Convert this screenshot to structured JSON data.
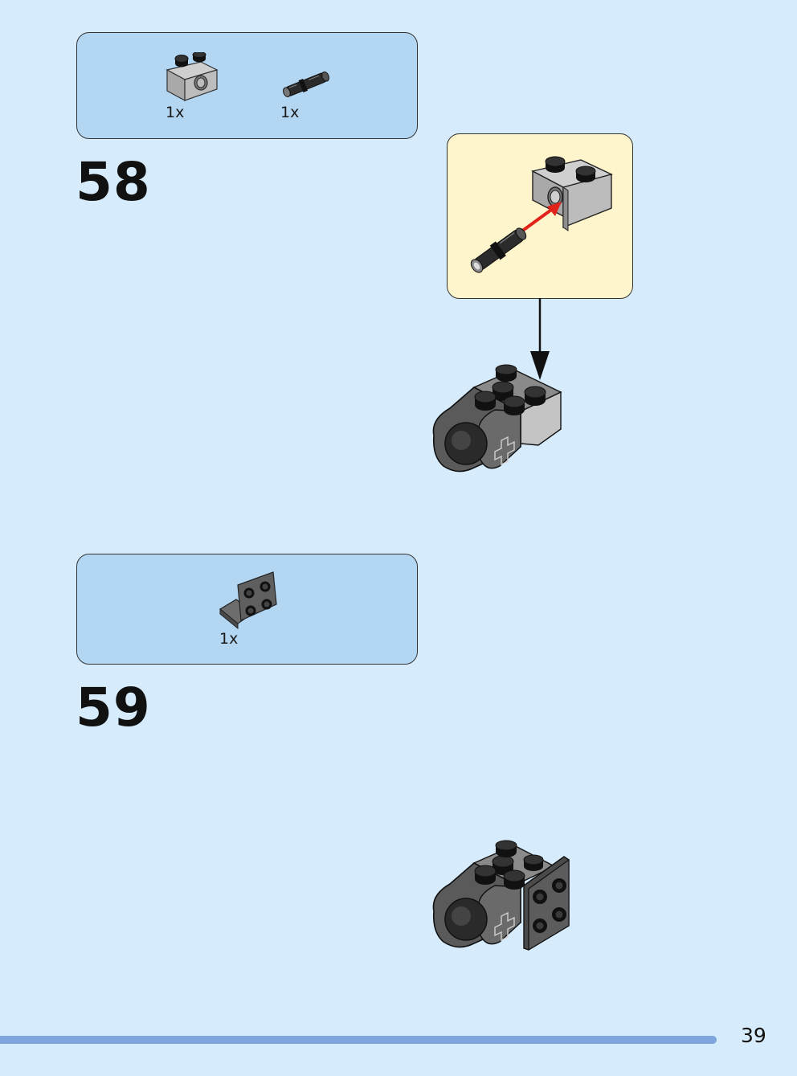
{
  "steps": [
    {
      "number": "58",
      "parts": [
        {
          "icon": "technic-brick-1x2-with-hole-icon",
          "qty": "1x"
        },
        {
          "icon": "technic-pin-icon",
          "qty": "1x"
        }
      ]
    },
    {
      "number": "59",
      "parts": [
        {
          "icon": "bracket-plate-icon",
          "qty": "1x"
        }
      ]
    }
  ],
  "page_number": "39",
  "colors": {
    "background": "#d6ebfb",
    "parts_box": "#b3d6f3",
    "callout": "#fff5cc",
    "footer_bar": "#7fa6dc",
    "arrow_red": "#e2231a"
  }
}
